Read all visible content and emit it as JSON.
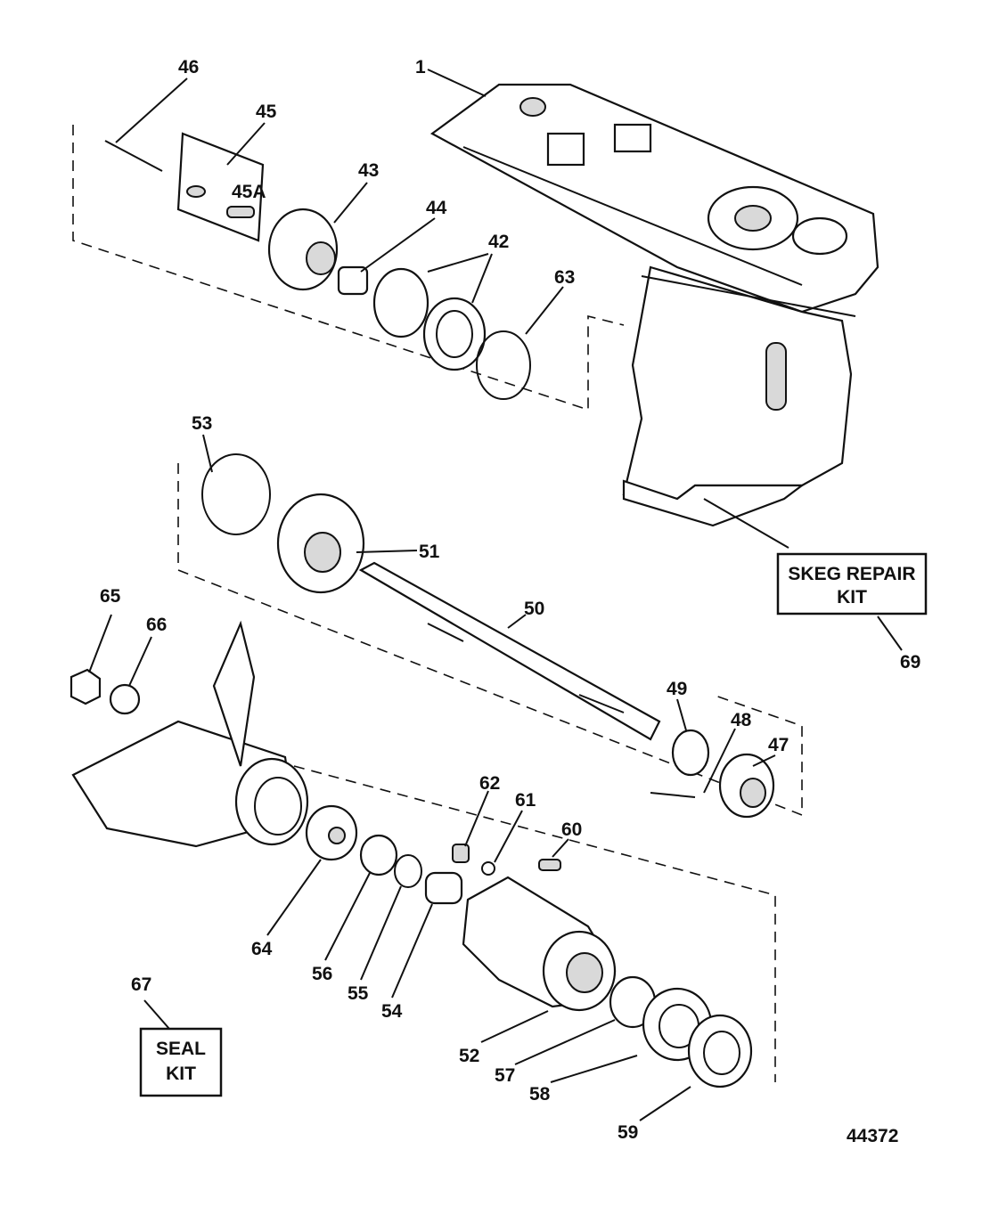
{
  "diagram": {
    "figure_number": "44372",
    "callouts": {
      "c1": "1",
      "c42": "42",
      "c43": "43",
      "c44": "44",
      "c45": "45",
      "c45a": "45A",
      "c46": "46",
      "c47": "47",
      "c48": "48",
      "c49": "49",
      "c50": "50",
      "c51": "51",
      "c52": "52",
      "c53": "53",
      "c54": "54",
      "c55": "55",
      "c56": "56",
      "c57": "57",
      "c58": "58",
      "c59": "59",
      "c60": "60",
      "c61": "61",
      "c62": "62",
      "c63": "63",
      "c64": "64",
      "c65": "65",
      "c66": "66",
      "c67": "67",
      "c69": "69"
    },
    "boxes": {
      "skeg_line1": "SKEG REPAIR",
      "skeg_line2": "KIT",
      "seal_line1": "SEAL",
      "seal_line2": "KIT"
    }
  }
}
